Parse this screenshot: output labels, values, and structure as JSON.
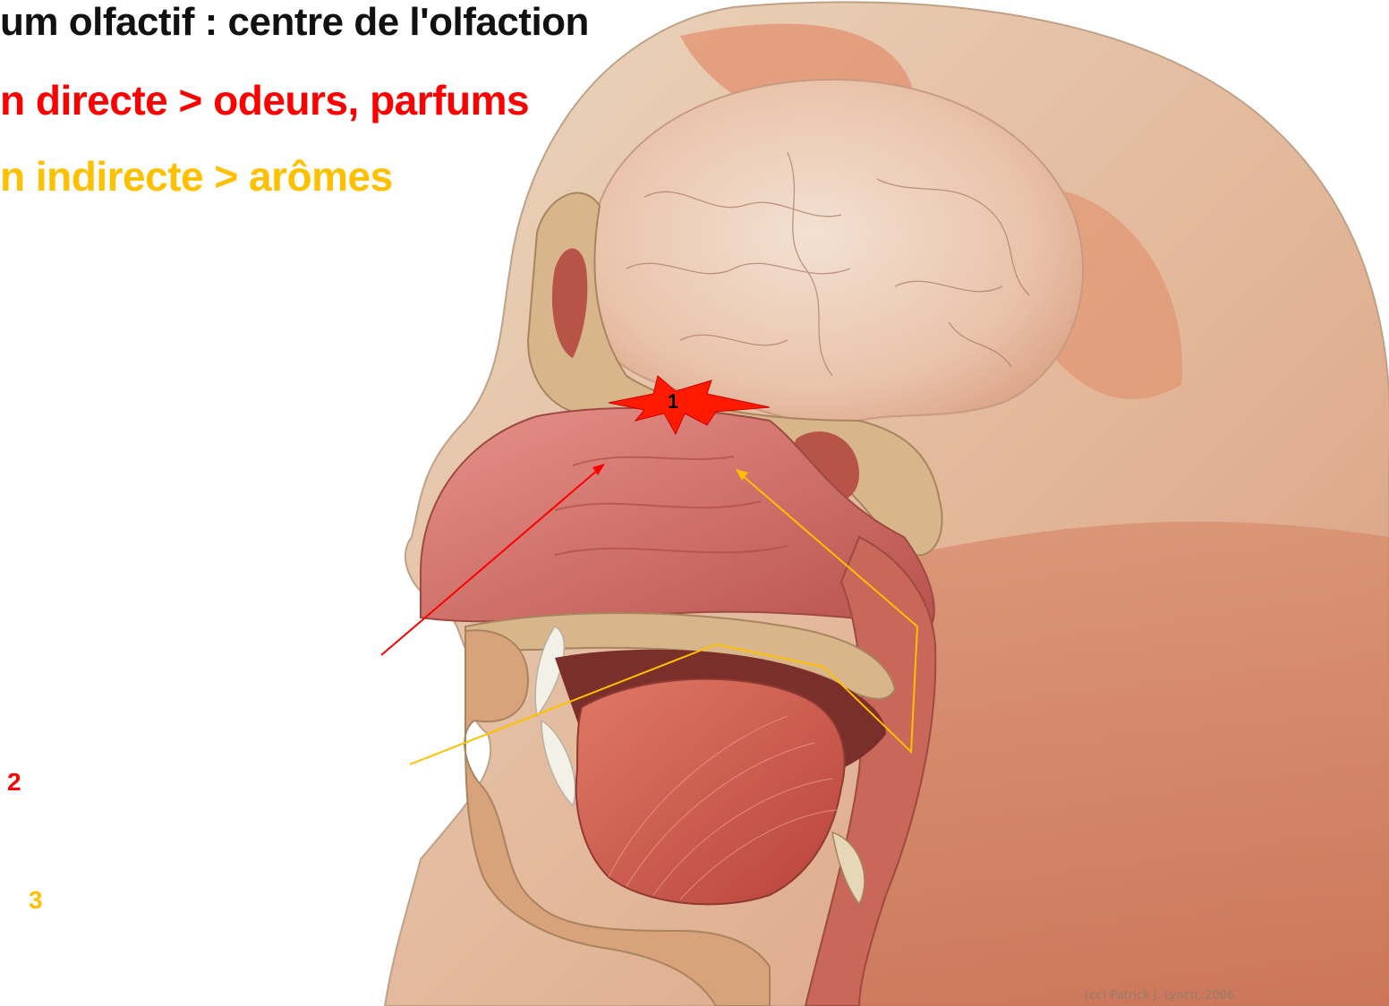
{
  "text": {
    "line1": "um olfactif : centre de l'olfaction",
    "line2": "n directe > odeurs, parfums",
    "line3": "n indirecte  > arômes"
  },
  "markers": {
    "m1": "1",
    "m2": "2",
    "m3": "3"
  },
  "credit": "(cc) Patrick J. Lynch, 2006",
  "colors": {
    "heading": "#111111",
    "direct": "#ff0000",
    "indirect": "#ffc000",
    "marker1": "#000000",
    "starburst": "#ff1a00"
  }
}
